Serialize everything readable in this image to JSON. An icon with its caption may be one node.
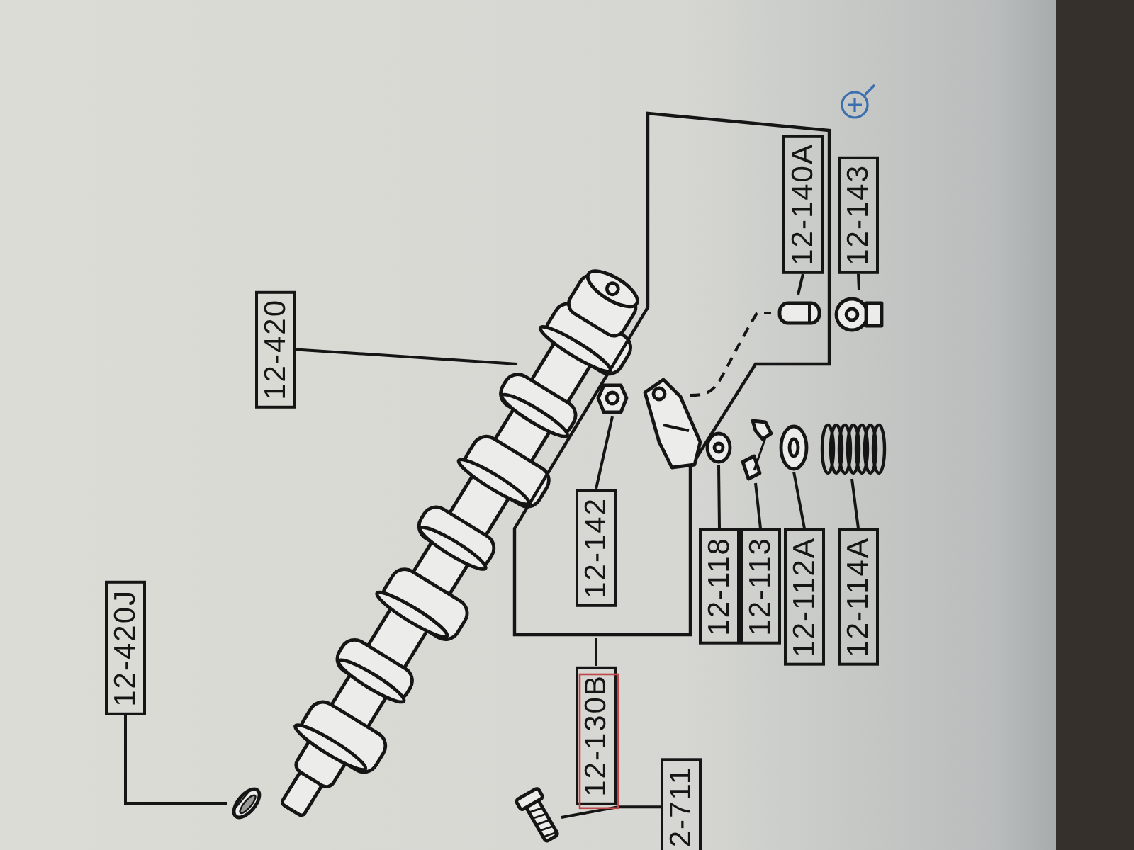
{
  "diagram": {
    "nodes": [
      {
        "text": [
          "12-420J"
        ]
      },
      {
        "text": [],
        "shape": "picture"
      },
      {
        "text": [
          "12-420"
        ]
      },
      {
        "text": [],
        "shape": "picture"
      },
      {
        "text": [],
        "shape": "box"
      },
      {
        "text": [
          "12-140A"
        ],
        "in": 4
      },
      {
        "text": [],
        "shape": "picture",
        "in": 4
      },
      {
        "text": [],
        "shape": "picture",
        "in": 4
      },
      {
        "text": [],
        "shape": "picture"
      },
      {
        "text": [
          "12-142"
        ]
      },
      {
        "text": [
          "12-143"
        ]
      },
      {
        "text": [],
        "shape": "picture"
      },
      {
        "text": [
          "12-118"
        ]
      },
      {
        "text": [],
        "shape": "picture"
      },
      {
        "text": [
          "12-113"
        ]
      },
      {
        "text": [],
        "shape": "picture"
      },
      {
        "text": [
          "12-112A"
        ]
      },
      {
        "text": [],
        "shape": "picture"
      },
      {
        "text": [
          "12-114A"
        ]
      },
      {
        "text": [],
        "shape": "picture"
      },
      {
        "text": [
          "12-130B"
        ]
      },
      {
        "text": [
          "2-711"
        ]
      },
      {
        "text": [],
        "shape": "picture"
      }
    ],
    "edges": [
      {
        "from": 0,
        "to": 1,
        "arrow": "none"
      },
      {
        "from": 2,
        "to": 3,
        "arrow": "none"
      },
      {
        "from": 5,
        "to": 6,
        "arrow": "none"
      },
      {
        "from": 9,
        "to": 8,
        "arrow": "none"
      },
      {
        "from": 10,
        "to": 11,
        "arrow": "none"
      },
      {
        "from": 12,
        "to": 13,
        "arrow": "none"
      },
      {
        "from": 14,
        "to": 15,
        "arrow": "none"
      },
      {
        "from": 16,
        "to": 17,
        "arrow": "none"
      },
      {
        "from": 18,
        "to": 19,
        "arrow": "none"
      },
      {
        "from": 20,
        "to": 4,
        "arrow": "none"
      },
      {
        "from": 21,
        "to": 22,
        "arrow": "none"
      },
      {
        "from": 7,
        "to": 6,
        "arrow": "none",
        "style": "dashed"
      }
    ]
  }
}
